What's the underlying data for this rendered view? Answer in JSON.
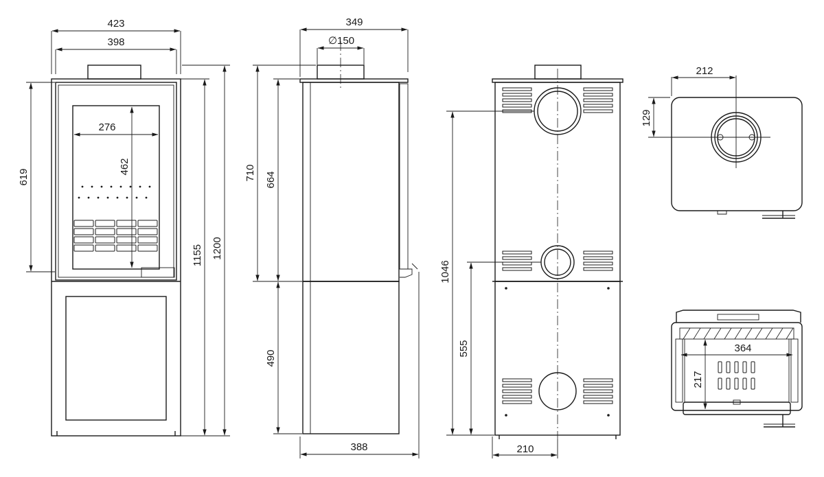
{
  "drawing": {
    "front_view": {
      "width_outer": "423",
      "width_inner": "398",
      "glass_width": "276",
      "glass_height": "462",
      "door_height": "619",
      "body_height": "1155",
      "total_height": "1200"
    },
    "side_view": {
      "depth_top": "349",
      "flue_diameter": "∅150",
      "flue_height": "710",
      "body_upper_height": "664",
      "base_height": "490",
      "base_depth": "388"
    },
    "rear_view": {
      "top_outlet_height": "1046",
      "rear_outlet_height": "555",
      "outlet_offset": "210"
    },
    "top_view": {
      "flue_offset_x": "212",
      "flue_offset_y": "129"
    },
    "section_view": {
      "firebox_width": "364",
      "firebox_depth": "217"
    }
  }
}
